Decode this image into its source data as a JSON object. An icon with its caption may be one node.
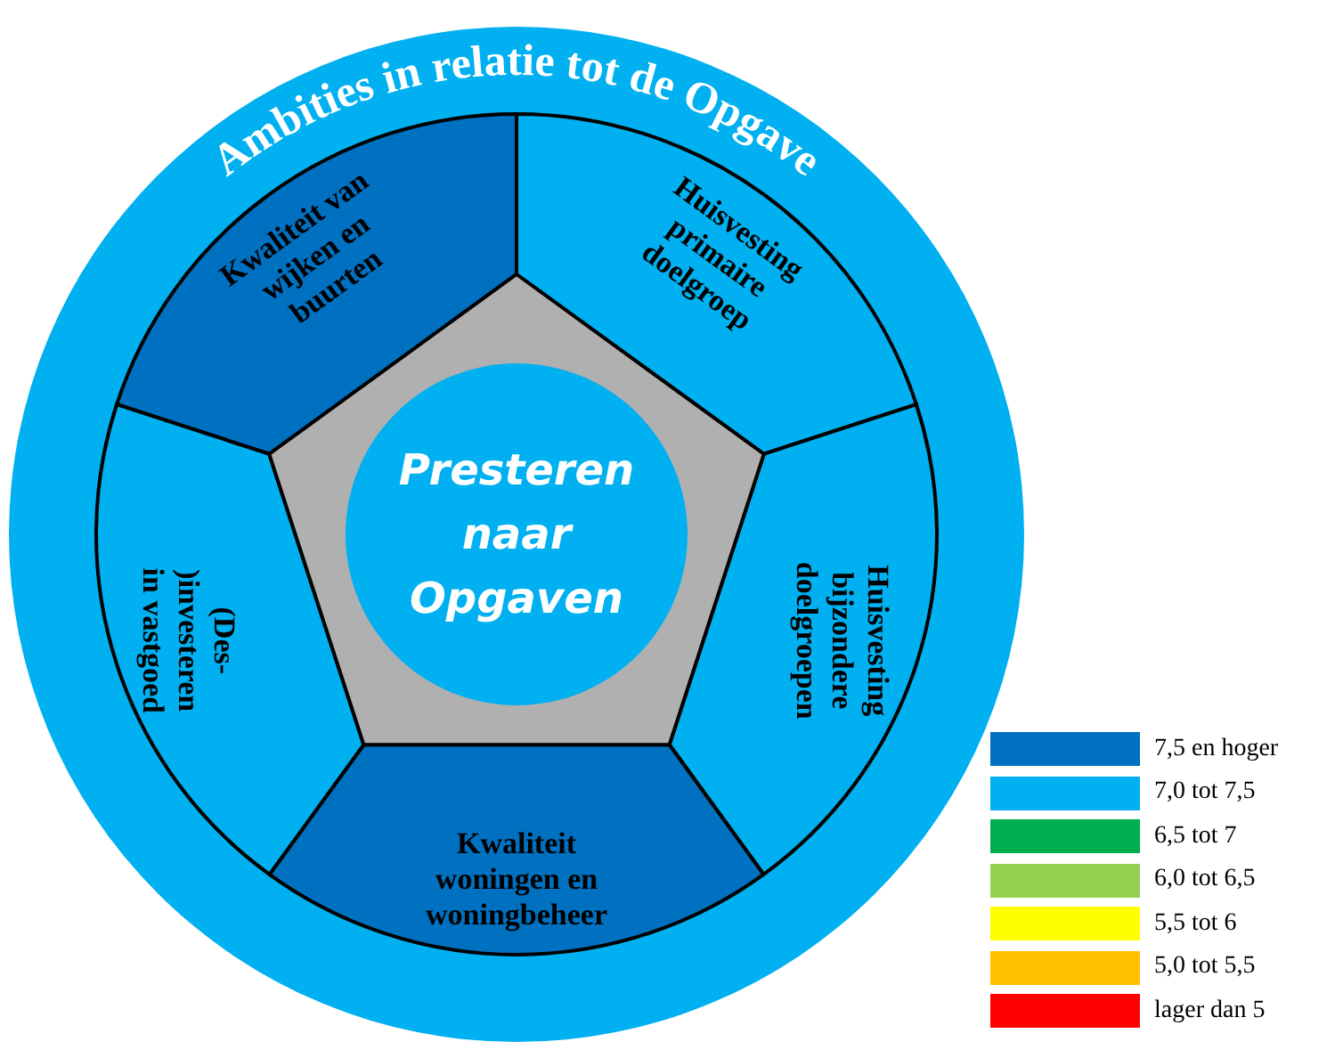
{
  "diagram": {
    "nodes": [
      {
        "text": [
          "Ambities in relatie tot de Opgave"
        ]
      },
      {
        "text": [
          "Kwaliteit van wijken en buurten"
        ],
        "in": 0
      },
      {
        "text": [
          "Huisvesting primaire doelgroep"
        ],
        "in": 0
      },
      {
        "text": [
          "Huisvesting bijzondere doelgroepen"
        ],
        "in": 0
      },
      {
        "text": [
          "Kwaliteit woningen en woningbeheer"
        ],
        "in": 0
      },
      {
        "text": [
          "(Des-)investeren in vastgoed"
        ],
        "in": 0
      },
      {
        "text": [
          "Presteren naar Opgaven"
        ],
        "in": 0
      }
    ],
    "edges": [],
    "legend": [
      {
        "text": "7,5 en hoger",
        "color": "#0070c0"
      },
      {
        "text": "7,0 tot 7,5",
        "color": "#00b0f0"
      },
      {
        "text": "6,5 tot 7",
        "color": "#00b050"
      },
      {
        "text": "6,0 tot 6,5",
        "color": "#92d050"
      },
      {
        "text": "5,5 tot 6",
        "color": "#ffff00"
      },
      {
        "text": "5,0 tot 5,5",
        "color": "#ffc000"
      },
      {
        "text": "lager dan 5",
        "color": "#ff0000"
      }
    ]
  }
}
